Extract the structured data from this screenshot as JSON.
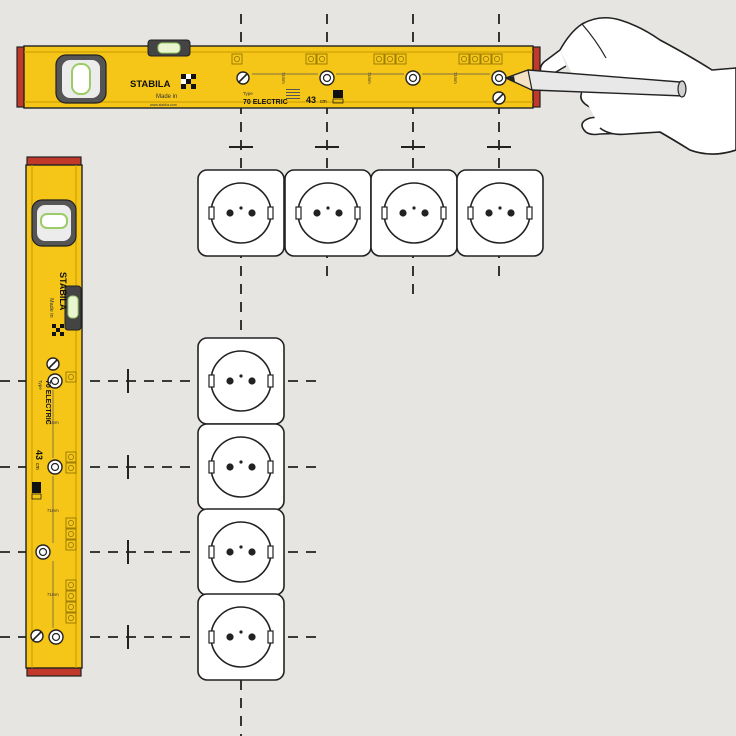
{
  "colors": {
    "background": "#e6e5e2",
    "level_yellow": "#f5c518",
    "level_edge": "#c99b00",
    "end_cap": "#c0392b",
    "outline": "#222222",
    "socket_fill": "#ffffff"
  },
  "top_level": {
    "brand": "STABILA",
    "made_in": "Made in",
    "website": "www.stabila.com",
    "type_label": "Type",
    "model": "70 ELECTRIC",
    "length": "43",
    "length_unit": "cm",
    "spacing_labels": [
      "71mm",
      "71mm",
      "71mm"
    ]
  },
  "side_level": {
    "brand": "STABILA",
    "made_in": "Made in",
    "type_label": "Type",
    "model": "70 ELECTRIC",
    "length": "43",
    "length_unit": "cm",
    "spacing_labels": [
      "71mm",
      "71mm",
      "71mm"
    ]
  },
  "sockets": {
    "horizontal_row_count": 4,
    "vertical_column_count": 4
  },
  "icons": [
    "hand-icon",
    "pencil-icon",
    "screw-icon",
    "bubble-vial-icon",
    "socket-icon"
  ]
}
